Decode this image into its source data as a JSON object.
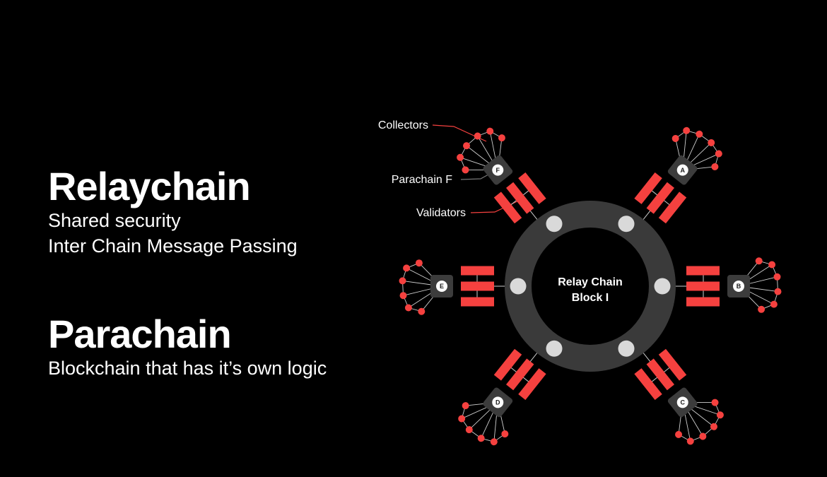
{
  "relaychain": {
    "title": "Relaychain",
    "lines": [
      "Shared security",
      "Inter Chain Message Passing"
    ]
  },
  "parachain": {
    "title": "Parachain",
    "lines": [
      "Blockchain that has it’s own logic"
    ]
  },
  "diagram": {
    "center": {
      "line1": "Relay Chain",
      "line2": "Block I"
    },
    "callouts": {
      "collectors": "Collectors",
      "parachain_f": "Parachain F",
      "validators": "Validators"
    },
    "parachains": [
      {
        "letter": "A"
      },
      {
        "letter": "B"
      },
      {
        "letter": "C"
      },
      {
        "letter": "D"
      },
      {
        "letter": "E"
      },
      {
        "letter": "F"
      }
    ],
    "colors": {
      "accent": "#f5413f",
      "ring": "#3a3a3a",
      "node": "#3c3c3c",
      "slot": "#d9d9d9",
      "line": "#cfcfcf"
    }
  }
}
